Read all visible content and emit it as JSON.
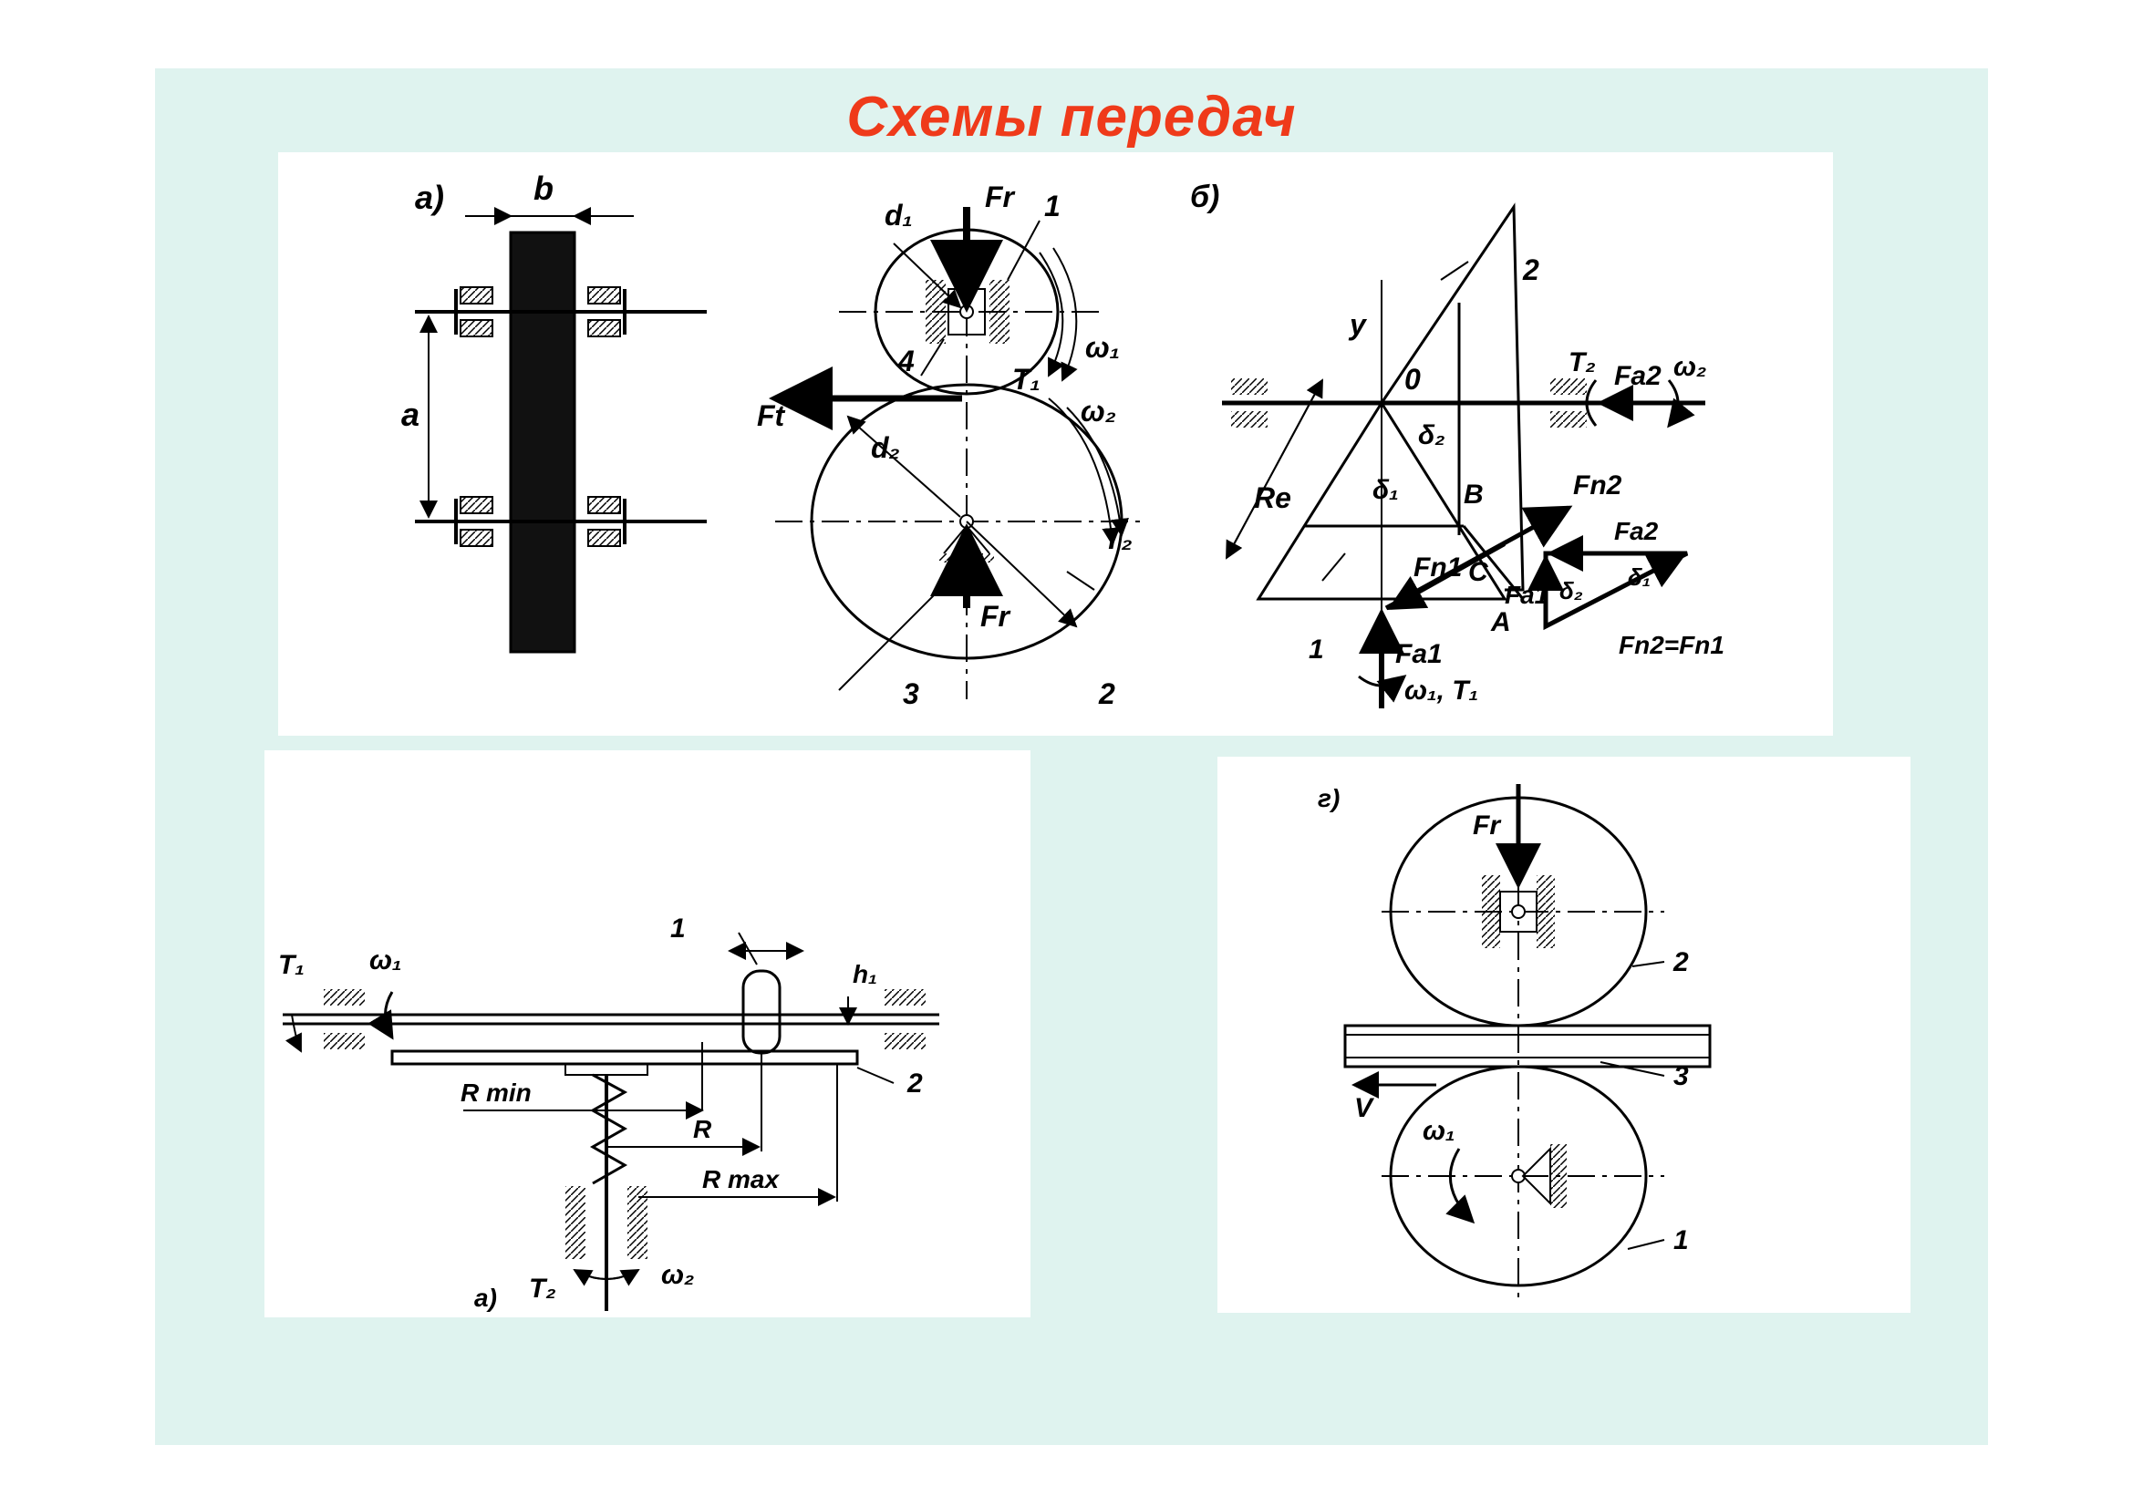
{
  "title": "Схемы  передач",
  "colors": {
    "background": "#ffffff",
    "slide": "#dff3ef",
    "title": "#ef3a1a",
    "panel": "#ffffff",
    "ink": "#000000"
  },
  "panel_spur": {
    "label": "а)",
    "b": "b",
    "a": "a",
    "d1": "d₁",
    "d2": "d₂",
    "Fr_top": "Fr",
    "Fr_bottom": "Fr",
    "Ft": "Ft",
    "omega1": "ω₁",
    "omega2": "ω₂",
    "T1": "T₁",
    "T2": "T₂",
    "n1": "1",
    "n2": "2",
    "n3": "3",
    "n4": "4"
  },
  "panel_bevel": {
    "label": "б)",
    "y": "y",
    "O": "0",
    "B": "B",
    "C": "C",
    "A": "A",
    "Re": "Re",
    "delta1": "δ₁",
    "delta2": "δ₂",
    "T2": "T₂",
    "Fa2": "Fa2",
    "omega2": "ω₂",
    "Fn2": "Fn2",
    "Fn1": "Fn1",
    "Fa1": "Fa1",
    "omega1T1": "ω₁, T₁",
    "tri_Fa2": "Fa2",
    "tri_Fa1": "Fa1",
    "tri_d2": "δ₂",
    "tri_d1": "δ₁",
    "tri_eq": "Fn2=Fn1",
    "n1": "1",
    "n2": "2"
  },
  "panel_friction": {
    "label": "а)",
    "T1": "T₁",
    "omega1": "ω₁",
    "n1": "1",
    "h1": "h₁",
    "n2": "2",
    "Rmin": "R min",
    "R": "R",
    "Rmax": "R max",
    "T2": "T₂",
    "omega2": "ω₂"
  },
  "panel_rolling": {
    "label": "г)",
    "Fr": "Fr",
    "n2": "2",
    "n3": "3",
    "n1": "1",
    "V": "V",
    "omega1": "ω₁"
  }
}
